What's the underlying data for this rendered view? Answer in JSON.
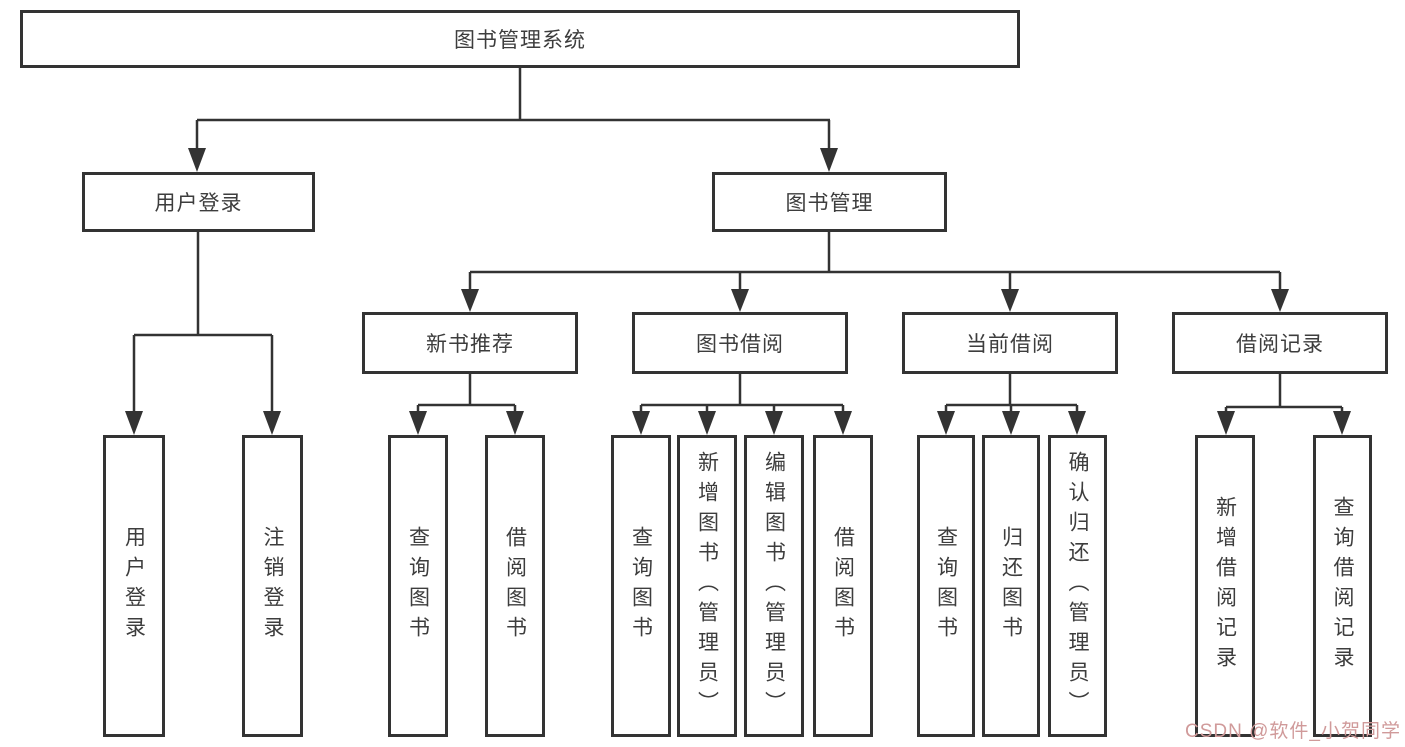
{
  "diagram": {
    "type": "hierarchy-tree",
    "tree": {
      "label": "图书管理系统",
      "children": [
        {
          "label": "用户登录",
          "children": [
            {
              "label": "用户登录"
            },
            {
              "label": "注销登录"
            }
          ]
        },
        {
          "label": "图书管理",
          "children": [
            {
              "label": "新书推荐",
              "children": [
                {
                  "label": "查询图书"
                },
                {
                  "label": "借阅图书"
                }
              ]
            },
            {
              "label": "图书借阅",
              "children": [
                {
                  "label": "查询图书"
                },
                {
                  "label": "新增图书（管理员）"
                },
                {
                  "label": "编辑图书（管理员）"
                },
                {
                  "label": "借阅图书"
                }
              ]
            },
            {
              "label": "当前借阅",
              "children": [
                {
                  "label": "查询图书"
                },
                {
                  "label": "归还图书"
                },
                {
                  "label": "确认归还（管理员）"
                }
              ]
            },
            {
              "label": "借阅记录",
              "children": [
                {
                  "label": "新增借阅记录"
                },
                {
                  "label": "查询借阅记录"
                }
              ]
            }
          ]
        }
      ]
    }
  },
  "watermark": {
    "text": "CSDN @软件_小贺同学",
    "color": "#d09a9a"
  },
  "colors": {
    "box_border": "#333333",
    "connector_line": "#333333",
    "arrowhead": "#333333",
    "box_text": "#3d3d3d",
    "background": "#ffffff"
  }
}
